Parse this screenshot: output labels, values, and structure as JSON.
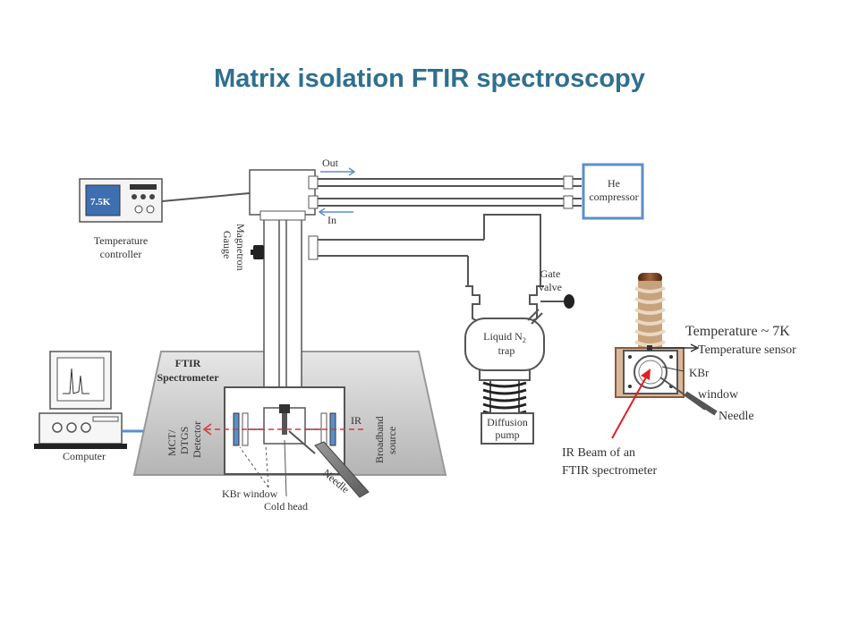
{
  "title": "Matrix isolation FTIR spectroscopy",
  "labels": {
    "temp_display": "7.5K",
    "temp_controller_1": "Temperature",
    "temp_controller_2": "controller",
    "computer": "Computer",
    "out": "Out",
    "in": "In",
    "magnetron_1": "Magnetron",
    "magnetron_2": "Gauge",
    "he_1": "He",
    "he_2": "compressor",
    "gate_1": "Gate",
    "gate_2": "valve",
    "liquid_1": "Liquid N",
    "liquid_sub": "2",
    "liquid_2": "trap",
    "diffusion_1": "Diffusion",
    "diffusion_2": "pump",
    "ftir_1": "FTIR",
    "ftir_2": "Spectrometer",
    "mct_1": "MCT/",
    "mct_2": "DTGS",
    "mct_3": "Detector",
    "broadband_1": "Broadband",
    "broadband_2": "source",
    "ir": "IR",
    "kbr_window": "KBr window",
    "cold_head": "Cold head",
    "needle_left": "Needle",
    "temperature": "Temperature ~ 7K",
    "temp_sensor": "Temperature sensor",
    "kbr": "KBr",
    "window": "window",
    "needle_right": "Needle",
    "ir_beam_1": "IR Beam of an",
    "ir_beam_2": "FTIR spectrometer"
  },
  "colors": {
    "title": "#2f6f8f",
    "line": "#555555",
    "accent_blue": "#5b8fc9",
    "platform": "#c8c8c8",
    "ir_beam": "#d9363e",
    "ir_beam_right": "#e02020",
    "cap": "#6b3a1e",
    "coil": "#c8a27a"
  }
}
